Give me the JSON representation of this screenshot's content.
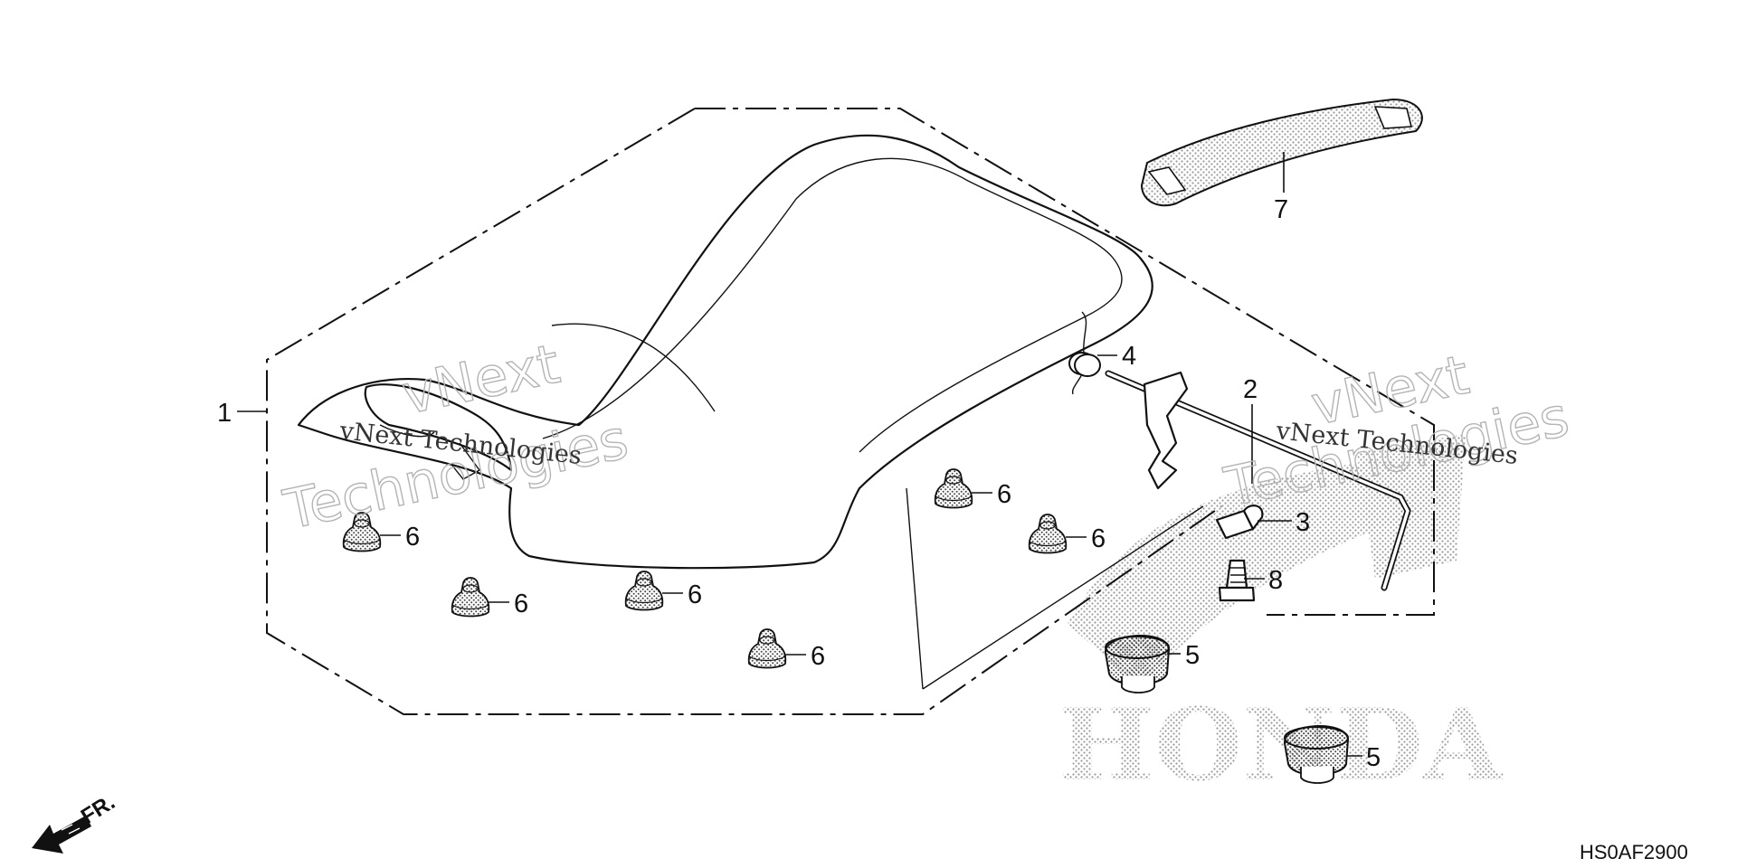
{
  "diagram": {
    "code": "HS0AF2900",
    "front_label": "FR.",
    "watermark": {
      "line1": "vNext",
      "line2": "Technologies",
      "small": "vNext Technologies"
    },
    "brand_watermark": "HONDA",
    "callouts": {
      "seat": "1",
      "latch_rod": "2",
      "rod_clip": "3",
      "spring": "4",
      "cushion_large_a": "5",
      "cushion_large_b": "5",
      "rubber_a": "6",
      "rubber_b": "6",
      "rubber_c": "6",
      "rubber_d": "6",
      "rubber_e": "6",
      "rubber_f": "6",
      "strap": "7",
      "bolt": "8"
    }
  }
}
